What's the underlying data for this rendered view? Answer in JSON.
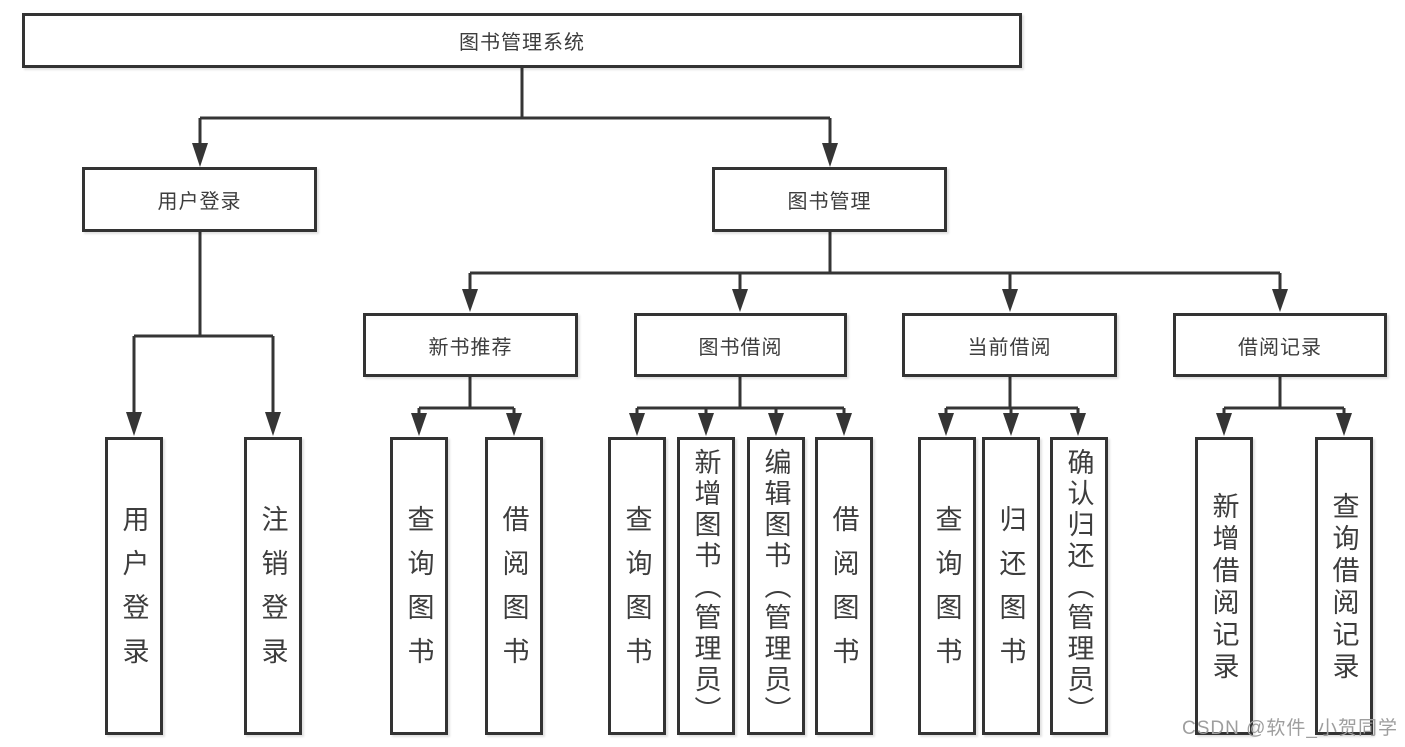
{
  "tree": {
    "root": {
      "label": "图书管理系统",
      "children": [
        {
          "label": "用户登录",
          "children": [
            {
              "label": "用户登录"
            },
            {
              "label": "注销登录"
            }
          ]
        },
        {
          "label": "图书管理",
          "children": [
            {
              "label": "新书推荐",
              "children": [
                {
                  "label": "查询图书"
                },
                {
                  "label": "借阅图书"
                }
              ]
            },
            {
              "label": "图书借阅",
              "children": [
                {
                  "label": "查询图书"
                },
                {
                  "label": "新增图书（管理员）"
                },
                {
                  "label": "编辑图书（管理员）"
                },
                {
                  "label": "借阅图书"
                }
              ]
            },
            {
              "label": "当前借阅",
              "children": [
                {
                  "label": "查询图书"
                },
                {
                  "label": "归还图书"
                },
                {
                  "label": "确认归还（管理员）"
                }
              ]
            },
            {
              "label": "借阅记录",
              "children": [
                {
                  "label": "新增借阅记录"
                },
                {
                  "label": "查询借阅记录"
                }
              ]
            }
          ]
        }
      ]
    }
  },
  "watermark": "CSDN @软件_小贺同学",
  "colors": {
    "line": "#353535",
    "box_border": "#333333",
    "text": "#3d3d3d",
    "watermark": "#9e9e9e",
    "background": "#ffffff"
  }
}
